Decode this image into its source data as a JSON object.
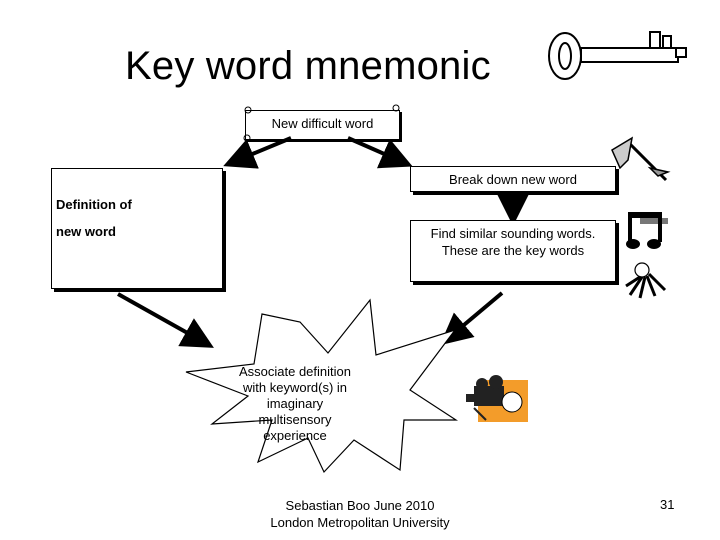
{
  "slide": {
    "title": "Key word mnemonic",
    "new_word": "New difficult word",
    "break_down": "Break down new word",
    "definition_line1": "Definition of",
    "definition_line2": "new word",
    "similar_line1": "Find similar sounding words.",
    "similar_line2": "These are the key words",
    "associate_lines": [
      "Associate definition",
      "with keyword(s) in",
      "imaginary",
      "multisensory",
      "experience"
    ],
    "footer_line1": "Sebastian Boo June 2010",
    "footer_line2": "London Metropolitan University",
    "page_number": "31"
  },
  "icons": [
    "key-icon",
    "axe-icon",
    "music-notes-icon",
    "key-ring-icon",
    "movie-camera-icon"
  ]
}
